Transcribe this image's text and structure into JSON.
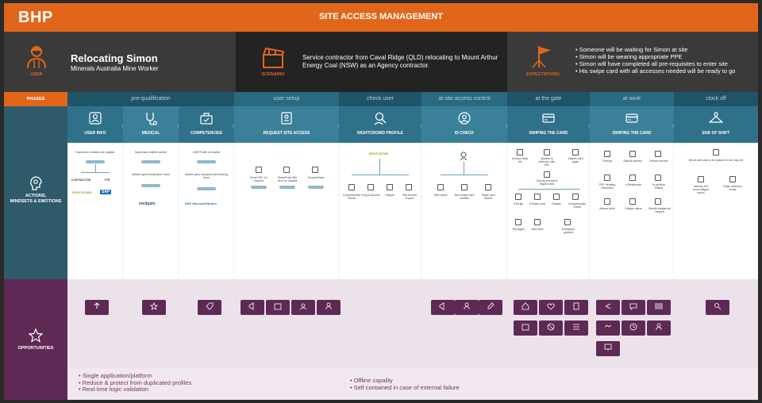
{
  "header": {
    "logo": "BHP",
    "title": "SITE ACCESS MANAGEMENT",
    "accent": "#e2661a"
  },
  "persona": {
    "label": "USER",
    "name": "Relocating Simon",
    "role": "Minerals Australia Mine Worker"
  },
  "scenario": {
    "label": "SCENARIO",
    "text": "Service contractor from Caval Ridge (QLD) relocating to Mount Arthur Energy Coal (NSW) as an Agency contractor."
  },
  "expectations": {
    "label": "EXPECTATIONS",
    "items": [
      "• Someone will be waiting for Simon at site",
      "• Simon will be wearing appropriate PPE",
      "• Simon will have completed all pre-requisites to enter site",
      "• His swipe card with all accesses needed will be ready to go"
    ]
  },
  "rows": {
    "phases": "PHASES",
    "actions_l1": "ACTIONS,",
    "actions_l2": "MINDSETS & EMOTIONS",
    "opportunities": "OPPORTUNITIES"
  },
  "phases": [
    "pre-qualification",
    "user setup",
    "check user",
    "at site access control",
    "at the gate",
    "at work",
    "clock off"
  ],
  "steps": [
    "USER INFO",
    "MEDICAL",
    "COMPETENCIES",
    "REQUEST SITE ACCESS",
    "RIGHTCROWD PROFILE",
    "ID CHECK",
    "SWIPING THE CARD",
    "SWIPING THE CARD",
    "END OF SHIFT"
  ],
  "step_icons": [
    "user-info-icon",
    "stethoscope-icon",
    "competencies-icon",
    "request-access-icon",
    "profile-search-icon",
    "id-check-icon",
    "card-swipe-icon",
    "card-swipe-icon",
    "hanger-icon"
  ],
  "details": {
    "userinfo": {
      "note": "Supervisor creates new register",
      "contractor": "CONTRACTOR",
      "fte": "FTE",
      "brand1": "RIGHTCROWD",
      "brand2": "SAP"
    },
    "medical": {
      "note": "Supervisor notifies worker",
      "step": "Worker gets examination done",
      "brand": "medgate_"
    },
    "competencies": {
      "note": "LMS Profile is created",
      "step": "Worker gets competencies training done",
      "brand": "SAP SuccessFactors"
    },
    "request": {
      "items": [
        "Email SSC for request",
        "SharePoint Site form for request",
        "SuccessGate"
      ]
    },
    "profile": {
      "brand": "RIGHTCROWD",
      "items": [
        "Competencies Check",
        "Drug & Alcohol",
        "Fatigue",
        "Site Access Expire"
      ]
    },
    "idcheck": {
      "items": [
        "Take photo",
        "New swipe card created",
        "Swipe card issued"
      ]
    },
    "gate": {
      "items": [
        "Access class fail",
        "Speaks to intercom with SSC",
        "Swipes card again",
        "Checks events in RightCrowd",
        "If Drugs",
        "If Swipe card",
        "Fatigue",
        "Competencies Check",
        "Test again",
        "New card",
        "Exemption granted"
      ]
    },
    "work": {
      "items": [
        "Fueling",
        "Special access",
        "Secure section",
        "PPE Vending machines",
        "e-Restaurant",
        "In pit/drive testing",
        "Muster point",
        "Fatigue alarm",
        "Simple badges all campus"
      ]
    },
    "endshift": {
      "items": [
        "Drives site card to be swiped on the way out",
        "Informs 240 hours fatigue report",
        "Flags minimum break"
      ]
    }
  },
  "summary": {
    "left": [
      "Single application/platform",
      "Reduce & protect from duplicated profiles",
      "Real-time logic validation"
    ],
    "right": [
      "Offline capality",
      "Self contained in case of external failure"
    ]
  }
}
